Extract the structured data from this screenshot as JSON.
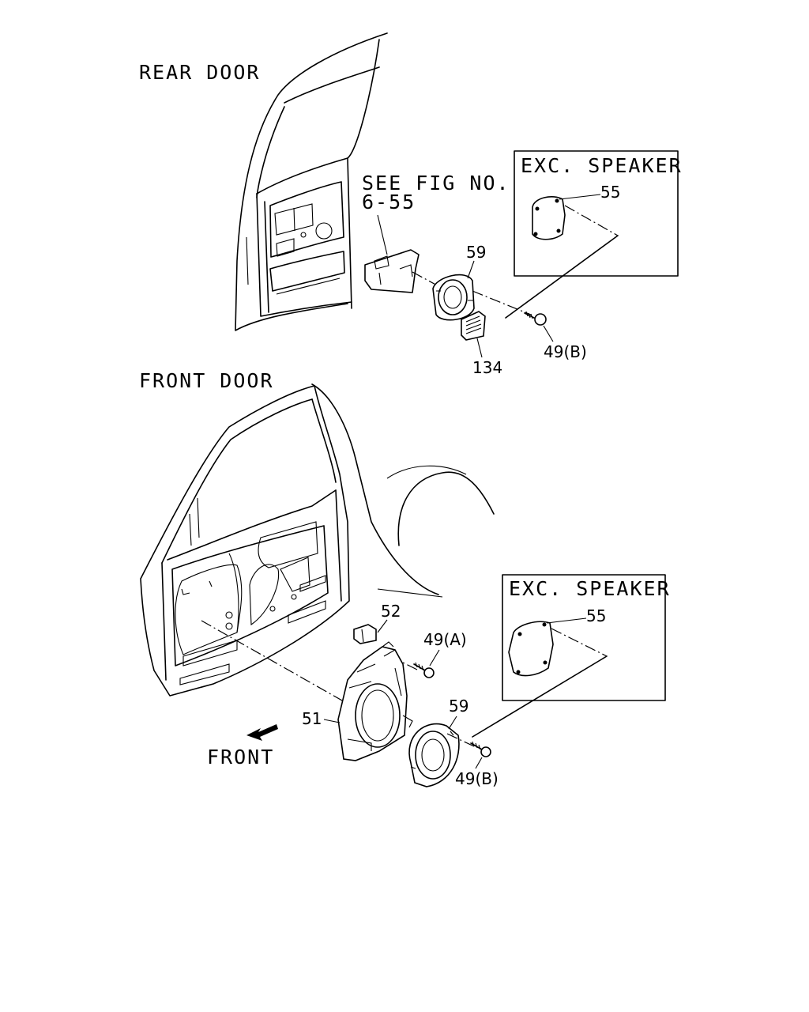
{
  "section_titles": {
    "rear_door": "REAR DOOR",
    "front_door": "FRONT DOOR"
  },
  "see_fig": {
    "line1": "SEE FIG NO.",
    "line2": "6-55"
  },
  "callout_boxes": [
    {
      "title": "EXC. SPEAKER",
      "part": "55"
    },
    {
      "title": "EXC. SPEAKER",
      "part": "55"
    }
  ],
  "rear_parts": {
    "speaker": "59",
    "grille": "134",
    "screw": "49(B)"
  },
  "front_parts": {
    "clip": "52",
    "screw_a": "49(A)",
    "bracket": "51",
    "speaker": "59",
    "screw_b": "49(B)"
  },
  "direction_label": "FRONT"
}
